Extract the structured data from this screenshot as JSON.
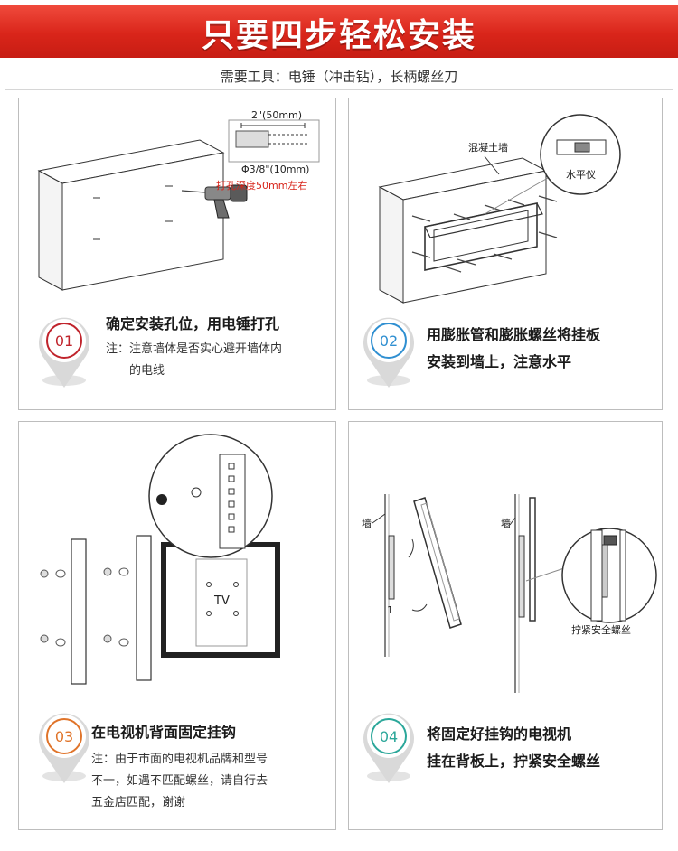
{
  "header": {
    "title": "只要四步轻松安装"
  },
  "tools": {
    "text": "需要工具：电锤（冲击钻），长柄螺丝刀"
  },
  "steps": [
    {
      "number": "01",
      "title": "确定安装孔位，用电锤打孔",
      "note_line1": "注：注意墙体是否实心避开墙体内",
      "note_line2": "的电线",
      "color": "#c0242c",
      "labels": {
        "dim_top": "2\"(50mm)",
        "dim_diameter": "Φ3/8\"(10mm)",
        "drill_depth": "打孔深度50mm左右"
      }
    },
    {
      "number": "02",
      "title_line1": "用膨胀管和膨胀螺丝将挂板",
      "title_line2": "安装到墙上，注意水平",
      "color": "#2f8fd1",
      "labels": {
        "wall": "混凝土墙",
        "level": "水平仪"
      }
    },
    {
      "number": "03",
      "title": "在电视机背面固定挂钩",
      "note_line1": "注：由于市面的电视机品牌和型号",
      "note_line2": "不一，如遇不匹配螺丝，请自行去",
      "note_line3": "五金店匹配，谢谢",
      "color": "#e0742a",
      "labels": {
        "tv": "TV"
      }
    },
    {
      "number": "04",
      "title_line1": "将固定好挂钩的电视机",
      "title_line2": "挂在背板上，拧紧安全螺丝",
      "color": "#2ba79a",
      "labels": {
        "wall_a": "墙",
        "wall_b": "墙",
        "mark": "1",
        "tighten": "拧紧安全螺丝"
      }
    }
  ]
}
